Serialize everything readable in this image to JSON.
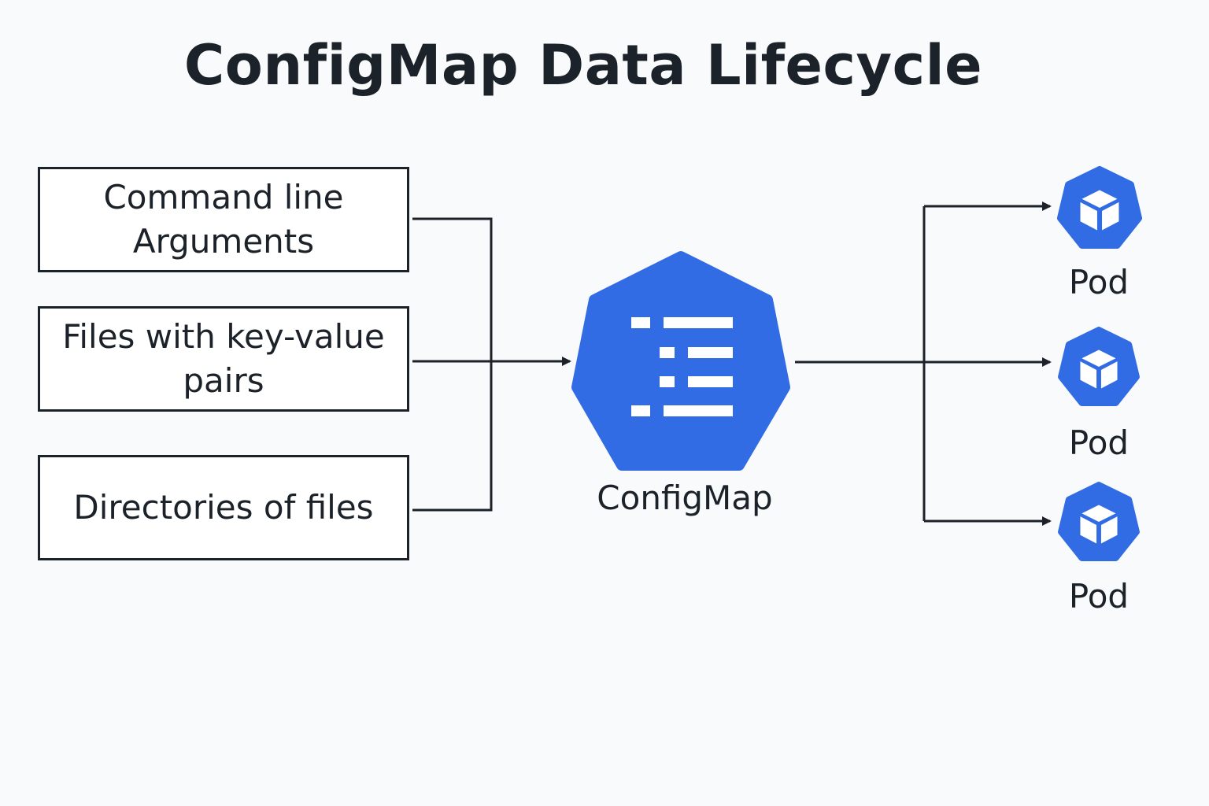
{
  "title": "ConfigMap Data Lifecycle",
  "sources": [
    {
      "label": "Command line\nArguments"
    },
    {
      "label": "Files with key-value\npairs"
    },
    {
      "label": "Directories of files"
    }
  ],
  "configmap": {
    "label": "ConfigMap",
    "icon": "configmap-icon",
    "color": "#326ce5"
  },
  "pods": [
    {
      "label": "Pod",
      "icon": "pod-icon"
    },
    {
      "label": "Pod",
      "icon": "pod-icon"
    },
    {
      "label": "Pod",
      "icon": "pod-icon"
    }
  ],
  "colors": {
    "accent": "#326ce5",
    "line": "#1c2229",
    "background": "#f9fafc"
  }
}
